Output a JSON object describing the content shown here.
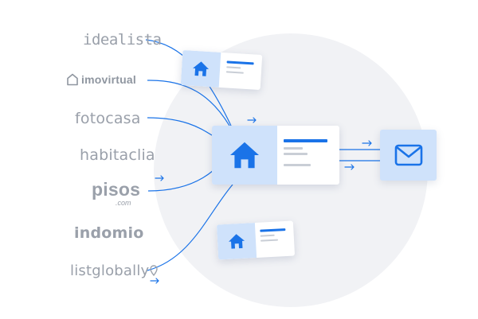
{
  "portals": {
    "idealista": "idealista",
    "imovirtual": "imovirtual",
    "fotocasa": "fotocasa",
    "habitaclia": "habitaclia",
    "pisos": "pisos",
    "pisos_sub": ".com",
    "indomio": "indomio",
    "listglobally": "listglobally"
  },
  "icons": {
    "house": "house-icon",
    "mail": "envelope-icon",
    "arrow": "arrow-right-icon"
  },
  "colors": {
    "accent": "#1a73e8",
    "tile": "#cfe2fb",
    "logo": "#9aa0aa",
    "background_circle": "#f1f2f5"
  }
}
